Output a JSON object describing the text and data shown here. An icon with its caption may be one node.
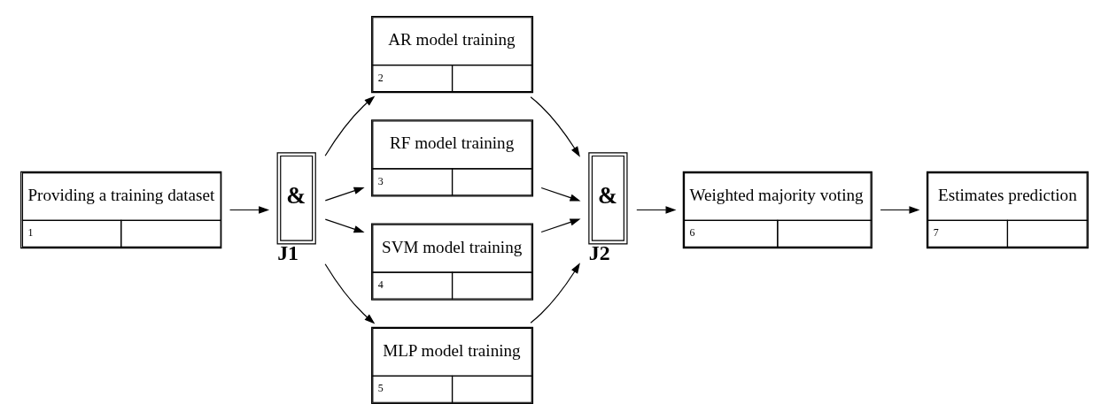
{
  "diagram": {
    "nodes": [
      {
        "text": [
          "Providing a training dataset",
          "1"
        ]
      },
      {
        "text": [
          "&"
        ],
        "beside": [
          "J1"
        ]
      },
      {
        "text": [
          "AR model training",
          "2"
        ]
      },
      {
        "text": [
          "RF model training",
          "3"
        ]
      },
      {
        "text": [
          "SVM model training",
          "4"
        ]
      },
      {
        "text": [
          "MLP model training",
          "5"
        ]
      },
      {
        "text": [
          "&"
        ],
        "beside": [
          "J2"
        ]
      },
      {
        "text": [
          "Weighted majority voting",
          "6"
        ]
      },
      {
        "text": [
          "Estimates prediction",
          "7"
        ]
      }
    ],
    "edges": [
      {
        "from": 0,
        "to": 1,
        "arrow": "to"
      },
      {
        "from": 1,
        "to": 2,
        "arrow": "to"
      },
      {
        "from": 1,
        "to": 3,
        "arrow": "to"
      },
      {
        "from": 1,
        "to": 4,
        "arrow": "to"
      },
      {
        "from": 1,
        "to": 5,
        "arrow": "to"
      },
      {
        "from": 2,
        "to": 6,
        "arrow": "to"
      },
      {
        "from": 3,
        "to": 6,
        "arrow": "to"
      },
      {
        "from": 4,
        "to": 6,
        "arrow": "to"
      },
      {
        "from": 5,
        "to": 6,
        "arrow": "to"
      },
      {
        "from": 6,
        "to": 7,
        "arrow": "to"
      },
      {
        "from": 7,
        "to": 8,
        "arrow": "to"
      }
    ]
  }
}
